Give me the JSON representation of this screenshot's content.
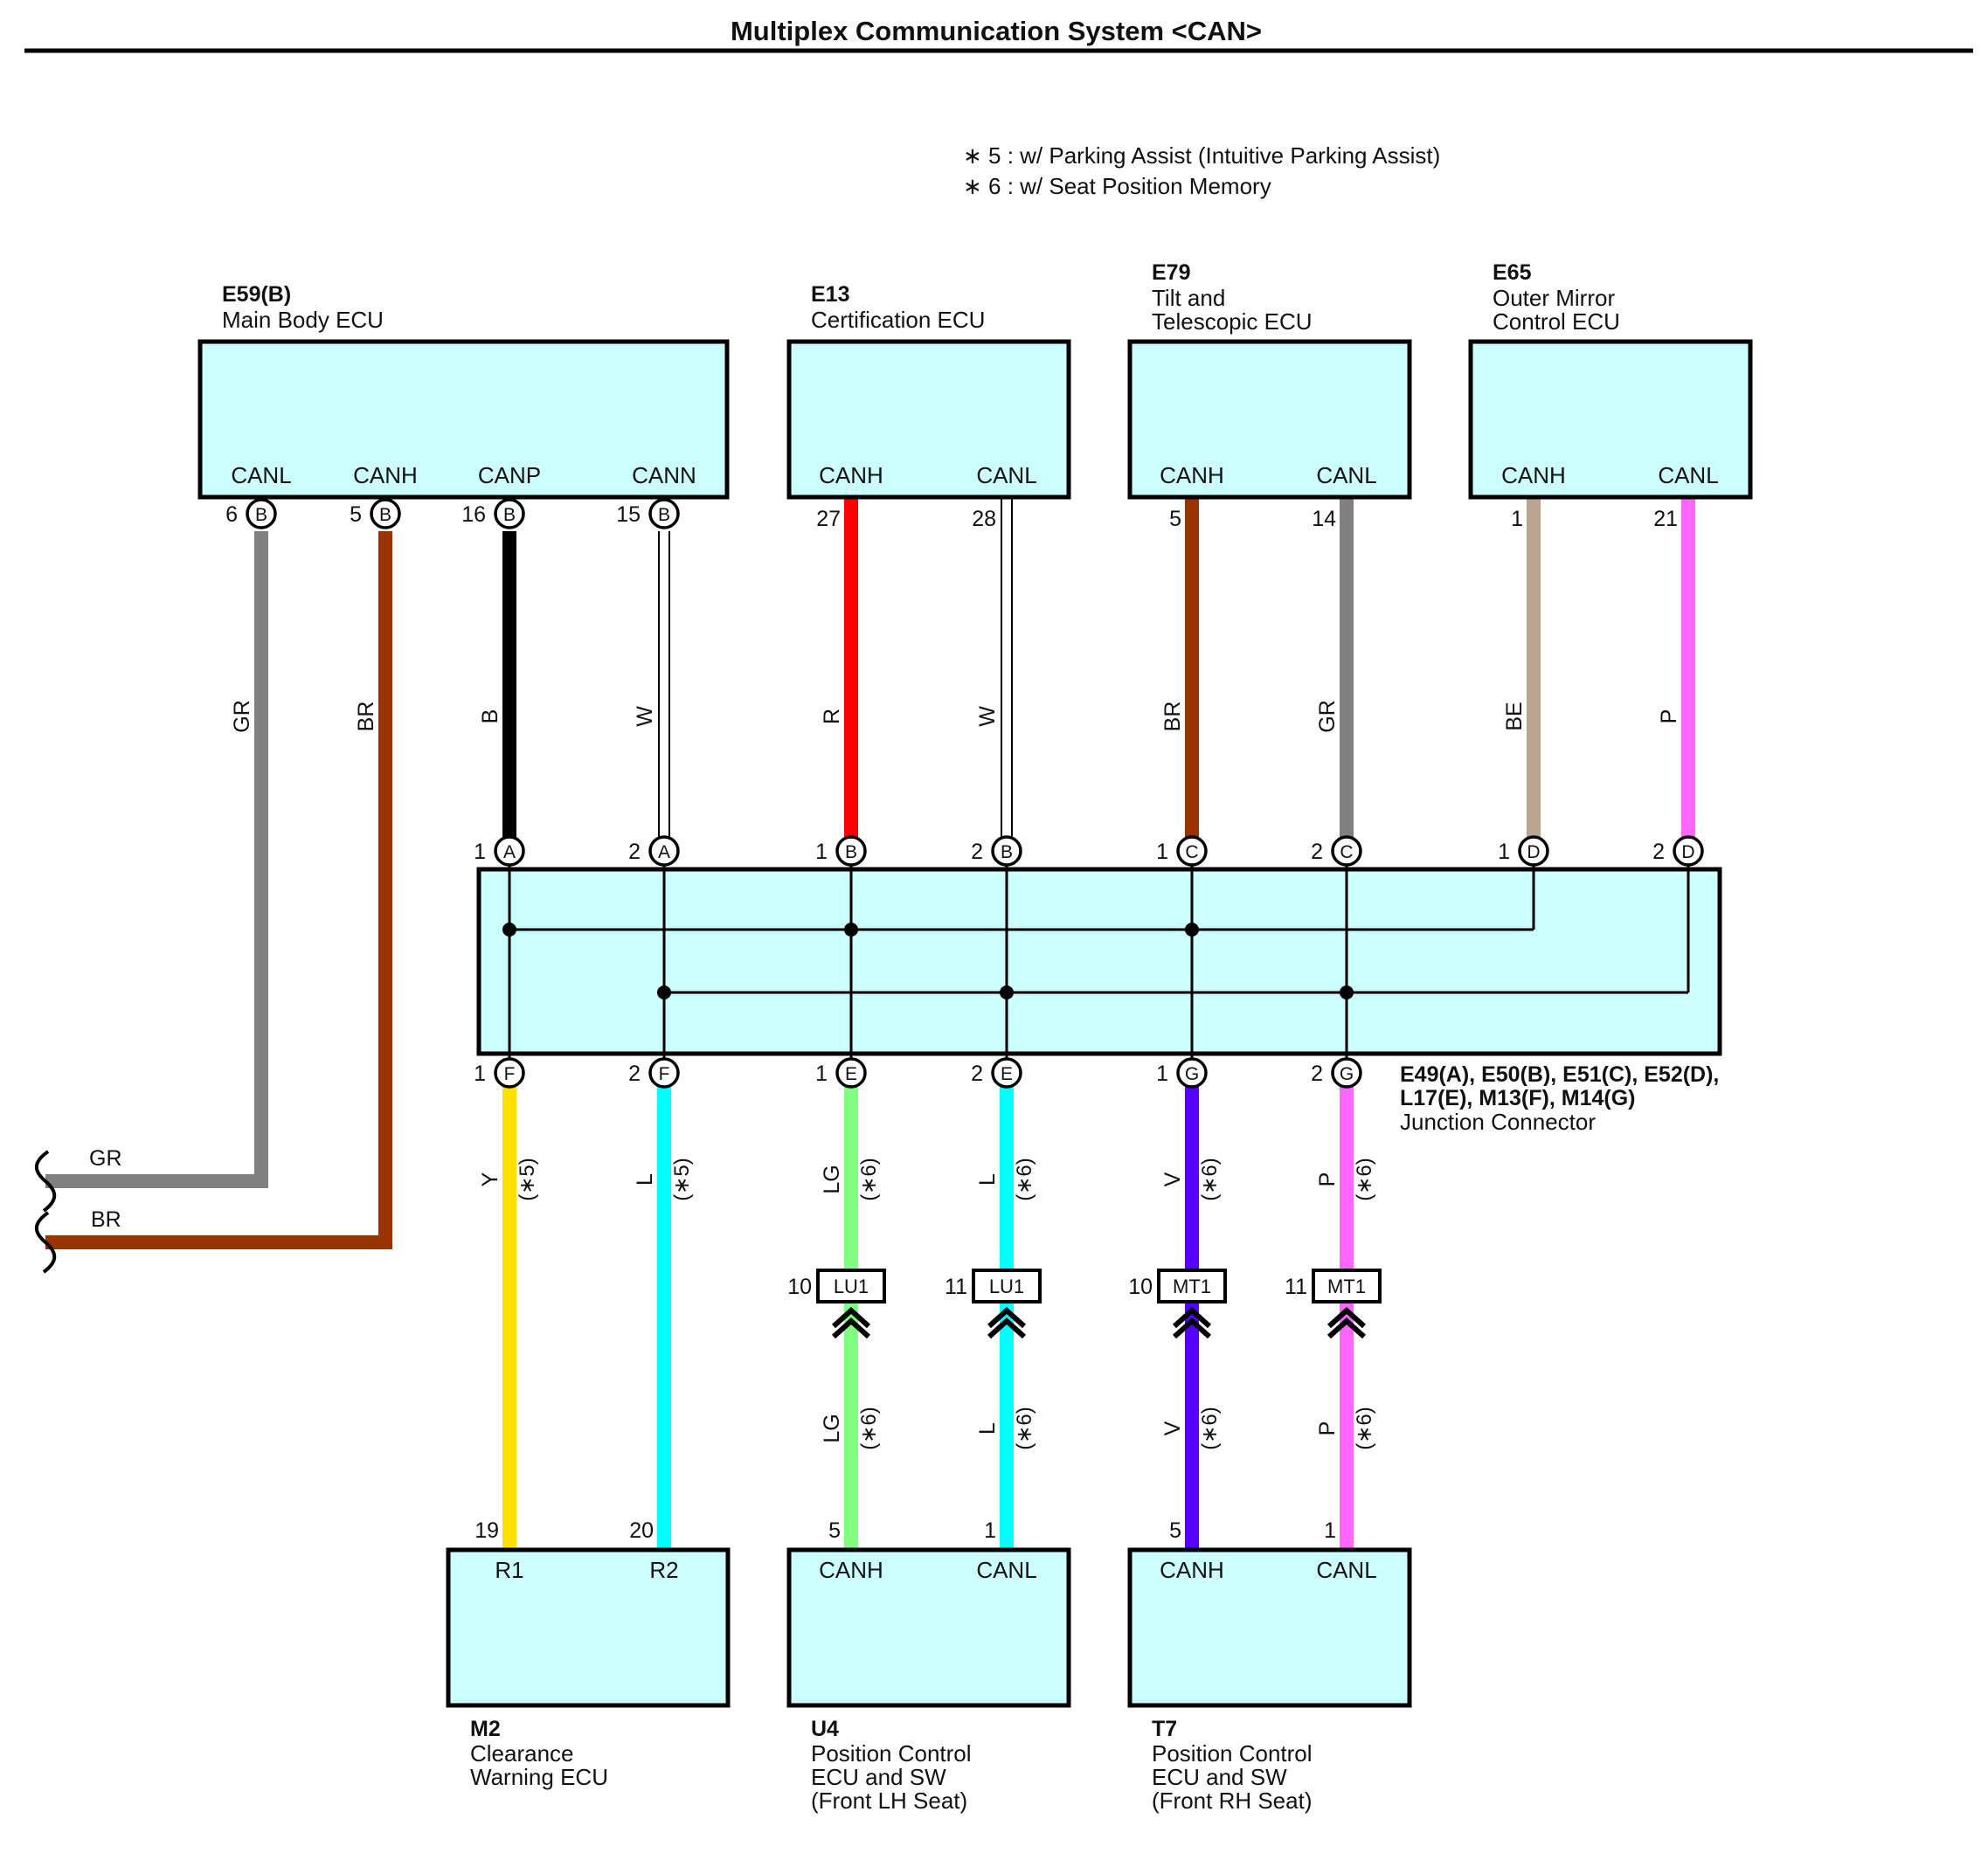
{
  "title": "Multiplex Communication System <CAN>",
  "notes": [
    "∗ 5 : w/ Parking Assist (Intuitive Parking Assist)",
    "∗ 6 : w/ Seat Position Memory"
  ],
  "colors": {
    "GR": "#808080",
    "BR": "#993300",
    "B": "#000000",
    "W": "#ffffff",
    "R": "#ff0000",
    "BE": "#bba590",
    "P": "#ff66ff",
    "Y": "#ffe000",
    "L": "#00ffff",
    "LG": "#80ff80",
    "V": "#5500ff",
    "box_fill": "#ccffff"
  },
  "ecus_top": [
    {
      "code": "E59(B)",
      "name": [
        "Main Body ECU"
      ],
      "pins": [
        {
          "name": "CANL",
          "num": "6",
          "letter": "B",
          "wire": "GR"
        },
        {
          "name": "CANH",
          "num": "5",
          "letter": "B",
          "wire": "BR"
        },
        {
          "name": "CANP",
          "num": "16",
          "letter": "B",
          "wire": "B"
        },
        {
          "name": "CANN",
          "num": "15",
          "letter": "B",
          "wire": "W"
        }
      ]
    },
    {
      "code": "E13",
      "name": [
        "Certification ECU"
      ],
      "pins": [
        {
          "name": "CANH",
          "num": "27",
          "wire": "R"
        },
        {
          "name": "CANL",
          "num": "28",
          "wire": "W"
        }
      ]
    },
    {
      "code": "E79",
      "name": [
        "Tilt and",
        "Telescopic ECU"
      ],
      "pins": [
        {
          "name": "CANH",
          "num": "5",
          "wire": "BR"
        },
        {
          "name": "CANL",
          "num": "14",
          "wire": "GR"
        }
      ]
    },
    {
      "code": "E65",
      "name": [
        "Outer Mirror",
        "Control ECU"
      ],
      "pins": [
        {
          "name": "CANH",
          "num": "1",
          "wire": "BE"
        },
        {
          "name": "CANL",
          "num": "21",
          "wire": "P"
        }
      ]
    }
  ],
  "junction": {
    "label": [
      "E49(A), E50(B), E51(C), E52(D),",
      "L17(E), M13(F), M14(G)",
      "Junction Connector"
    ],
    "top_pins": [
      {
        "num": "1",
        "letter": "A"
      },
      {
        "num": "2",
        "letter": "A"
      },
      {
        "num": "1",
        "letter": "B"
      },
      {
        "num": "2",
        "letter": "B"
      },
      {
        "num": "1",
        "letter": "C"
      },
      {
        "num": "2",
        "letter": "C"
      },
      {
        "num": "1",
        "letter": "D"
      },
      {
        "num": "2",
        "letter": "D"
      }
    ],
    "bottom_pins": [
      {
        "num": "1",
        "letter": "F"
      },
      {
        "num": "2",
        "letter": "F"
      },
      {
        "num": "1",
        "letter": "E"
      },
      {
        "num": "2",
        "letter": "E"
      },
      {
        "num": "1",
        "letter": "G"
      },
      {
        "num": "2",
        "letter": "G"
      }
    ]
  },
  "lower_wires": [
    {
      "wire": "Y",
      "opt": "(∗5)"
    },
    {
      "wire": "L",
      "opt": "(∗5)"
    },
    {
      "wire": "LG",
      "opt": "(∗6)",
      "ic_num": "10",
      "ic": "LU1"
    },
    {
      "wire": "L",
      "opt": "(∗6)",
      "ic_num": "11",
      "ic": "LU1"
    },
    {
      "wire": "V",
      "opt": "(∗6)",
      "ic_num": "10",
      "ic": "MT1"
    },
    {
      "wire": "P",
      "opt": "(∗6)",
      "ic_num": "11",
      "ic": "MT1"
    }
  ],
  "ecus_bottom": [
    {
      "code": "M2",
      "name": [
        "Clearance",
        "Warning ECU"
      ],
      "pins": [
        {
          "name": "R1",
          "num": "19"
        },
        {
          "name": "R2",
          "num": "20"
        }
      ]
    },
    {
      "code": "U4",
      "name": [
        "Position Control",
        "ECU and SW",
        "(Front LH Seat)"
      ],
      "pins": [
        {
          "name": "CANH",
          "num": "5"
        },
        {
          "name": "CANL",
          "num": "1"
        }
      ]
    },
    {
      "code": "T7",
      "name": [
        "Position Control",
        "ECU and SW",
        "(Front RH Seat)"
      ],
      "pins": [
        {
          "name": "CANH",
          "num": "5"
        },
        {
          "name": "CANL",
          "num": "1"
        }
      ]
    }
  ],
  "offpage": [
    {
      "wire": "GR"
    },
    {
      "wire": "BR"
    }
  ]
}
